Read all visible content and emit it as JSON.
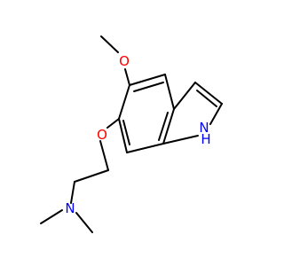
{
  "molecule": {
    "atoms": {
      "oxygen_methoxy": "O",
      "oxygen_ether": "O",
      "nitrogen_ring": "N",
      "hydrogen_ring": "H",
      "nitrogen_amine": "N"
    },
    "colors": {
      "bond": "#000000",
      "oxygen": "#ff0000",
      "nitrogen": "#0000ff"
    }
  }
}
